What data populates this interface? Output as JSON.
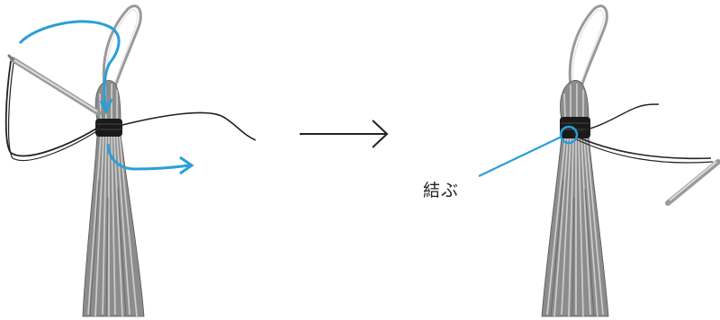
{
  "annotation": {
    "text": "結ぶ"
  },
  "colors": {
    "tassel_fill": "#8c8c8c",
    "tassel_light": "#c8c8c8",
    "tassel_dark": "#555555",
    "binding": "#1a1a1a",
    "thread": "#222222",
    "needle": "#9a9a9a",
    "accent_blue": "#2a9fd6",
    "process_arrow": "#222222"
  },
  "icons": [
    "tassel-left",
    "tassel-right",
    "needle-left",
    "needle-right",
    "process-arrow",
    "knot-marker"
  ]
}
